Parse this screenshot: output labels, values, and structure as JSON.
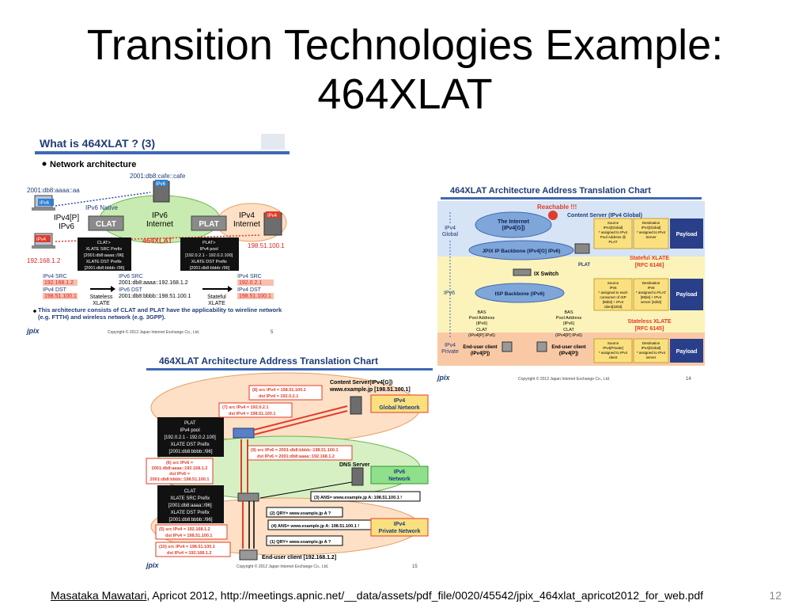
{
  "slide": {
    "title_line1": "Transition Technologies Example:",
    "title_line2": "464XLAT",
    "footer_author": "Masataka Mawatari",
    "footer_rest": ", Apricot 2012, http://meetings.apnic.net/__data/assets/pdf_file/0020/45542/jpix_464xlat_apricot2012_for_web.pdf",
    "page_number": "12"
  },
  "panel1": {
    "title": "What is 464XLAT ? (3)",
    "bullet": "Network architecture",
    "ipv6_addr_top": "2001:db8:cafe::cafe",
    "ipv6_server_label": "IPv6",
    "client_addr": "2001:db8:aaaa::aa",
    "client_ipv6_tag": "IPv6",
    "client_ipv4_tag": "IPv4",
    "client_ipv4_addr": "192.168.1.2",
    "ipv4p_ipv6": "IPv4[P]\nIPv6",
    "ipv6_native": "IPv6 Native",
    "clat": "CLAT",
    "ipv6_internet": "IPv6\nInternet",
    "plat": "PLAT",
    "ipv4_internet": "IPv4\nInternet",
    "ipv4_server_tag": "IPv4",
    "ipv4_server_addr": "198.51.100.1",
    "xlat_label": "464XLAT",
    "clat_box": [
      "CLAT>",
      "XLATE SRC Prefix",
      "[2001:db8:aaaa::/96]",
      "XLATE DST Prefix",
      "[2001:db8:bbbb::/96]"
    ],
    "plat_box": [
      "PLAT>",
      "IPv4 pool",
      "[192.0.2.1 - 192.0.2.100]",
      "XLATE DST Prefix",
      "[2001:db8:bbbb::/96]"
    ],
    "hdr_left": [
      "IPv4 SRC",
      "192.168.1.2",
      "IPv4 DST",
      "198.51.100.1"
    ],
    "stateless_xlate": "Stateless\nXLATE",
    "hdr_mid": [
      "IPv6 SRC",
      "2001:db8:aaaa::192.168.1.2",
      "IPv6 DST",
      "2001:db8:bbbb::198.51.100.1"
    ],
    "stateful_xlate": "Stateful\nXLATE",
    "hdr_right": [
      "IPv4 SRC",
      "192.0.2.1",
      "IPv4 DST",
      "198.51.100.1"
    ],
    "note": "This architecture consists of CLAT and PLAT have the applicability to wireline network (e.g. FTTH) and wireless network (e.g. 3GPP).",
    "logo": "jpix",
    "copyright": "Copyright © 2012 Japan Internet Exchange Co., Ltd.",
    "page": "5"
  },
  "panel2": {
    "title": "464XLAT Architecture Address Translation Chart",
    "reachable": "Reachable !!!",
    "content_server": "Content Server (IPv4 Global)",
    "internet": "The Internet\n(IPv4[G])",
    "ipv4_global": "IPv4\nGlobal",
    "jpix_backbone": "JPIX IP Backbone (IPv4[G] IPv6)",
    "plat": "PLAT",
    "ix_switch": "IX Switch",
    "stateful": "Stateful XLATE\n[RFC 6146]",
    "ipv6": "IPv6",
    "isp_backbone": "ISP Backbone (IPv6)",
    "bas_left": "BAS\nPool Address\n(IPv6)",
    "bas_right": "BAS\nPool Address\n(IPv6)",
    "clat_left": "CLAT\n(IPv4[P] IPv6)",
    "clat_right": "CLAT\n(IPv4[P] IPv6)",
    "stateless": "Stateless XLATE\n[RFC 6145]",
    "ipv4_private": "IPv4\nPrivate",
    "end_user_left": "End-user client\n(IPv4[P])",
    "end_user_right": "End-user client\n(IPv4[P])",
    "row1": [
      "Source\nIPv4[Global]\n* assigned to IPv4\nPool Address @\nPLAT",
      "Destination\nIPv4[Global]\n* assigned to IPv4\nServer",
      "Payload"
    ],
    "row2": [
      "Source\nIPv6\n* assigned to each\nconsumer of ISP\n[96bit] + IPv4\nclient[32bit]",
      "Destination\nIPv6\n* assigned to PLAT\n[96bit] + IPv4\nserver [32bit]",
      "Payload"
    ],
    "row3": [
      "Source\nIPv4[Private]\n* assigned to IPv4\nclient",
      "Destination\nIPv4[Global]\n* assigned to IPv4\nserver",
      "Payload"
    ],
    "logo": "jpix",
    "copyright": "Copyright © 2012 Japan Internet Exchange Co., Ltd.",
    "page": "14"
  },
  "panel3": {
    "title": "464XLAT Architecture Address Translation Chart",
    "content_server": "Content Server(IPv4[G])\nwww.example.jp [198.51.100.1]",
    "ipv4_global_net": "IPv4\nGlobal Network",
    "plat_box": [
      "PLAT",
      "IPv4 pool",
      "[192.0.2.1 - 192.0.2.100]",
      "XLATE DST Prefix",
      "[2001:db8:bbbb::/96]"
    ],
    "msg8": "(8) src IPv4 = 198.51.100.1\n      dst IPv4 = 192.0.2.1",
    "msg7": "(7) src IPv4 = 192.0.2.1\n      dst IPv4 = 198.51.100.1",
    "msg9": "(9) src IPv6 = 2001:db8:bbbb::198.51.100.1\n      dst IPv6 = 2001:db8:aaaa::192.168.1.2",
    "dns_server": "DNS Server",
    "ipv6_net": "IPv6\nNetwork",
    "msg6": "(6) src IPv6 =\n2001:db8:aaaa::192.168.1.2\ndst IPv6 =\n2001:db8:bbbb::198.51.100.1",
    "clat_box": [
      "CLAT",
      "XLATE SRC Prefix",
      "[2001:db8:aaaa::/96]",
      "XLATE DST Prefix",
      "[2001:db8:bbbb::/96]"
    ],
    "msg3": "(3) ANS= www.example.jp A: 198.51.100.1 !",
    "msg2": "(2) QRY= www.example.jp A ?",
    "msg4": "(4) ANS= www.example.jp A: 198.51.100.1 !",
    "ipv4_private_net": "IPv4\nPrivate Network",
    "msg5": "(5) src IPv4 = 192.168.1.2\n      dst IPv4 = 198.51.100.1",
    "msg1": "(1) QRY= www.example.jp A ?",
    "msg10": "(10) src IPv4 = 198.51.100.1\n        dst IPv4 = 192.168.1.2",
    "end_user": "End-user client [192.168.1.2]",
    "logo": "jpix",
    "copyright": "Copyright © 2012 Japan Internet Exchange Co., Ltd.",
    "page": "15"
  }
}
